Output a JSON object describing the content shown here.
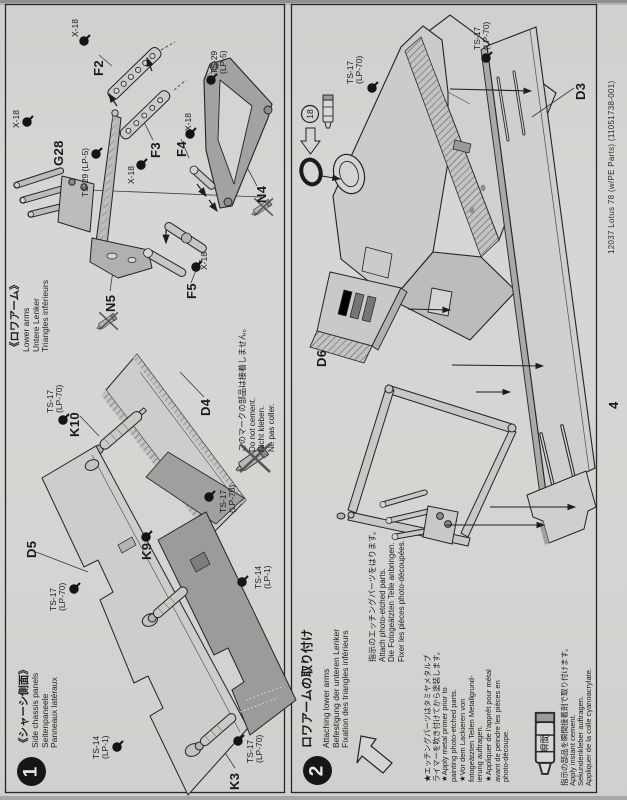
{
  "page": {
    "number": "4",
    "product_code": "12037 Lotus 78 (w/PE Parts) (11051738-001)"
  },
  "paints": {
    "x18": "X-18",
    "ts29_1": "TS-29",
    "ts29_2": "(LP-5)",
    "ts29_full": "TS-29 (LP-5)",
    "ts17_1": "TS-17",
    "ts17_2": "(LP-70)",
    "ts14_1": "TS-14",
    "ts14_2": "(LP-1)"
  },
  "lower_arms": {
    "title_jp": "《ロワアーム》",
    "title_en": "Lower arms",
    "title_de": "Untere Lenker",
    "title_fr": "Triangles inférieurs",
    "parts": {
      "f2": "F2",
      "f3": "F3",
      "f4": "F4",
      "f5": "F5",
      "g28": "G28",
      "n4": "N4",
      "n5": "N5",
      "k10": "K10",
      "d4": "D4"
    },
    "do_not_cement": {
      "jp": "このマークの部品は接着しません。",
      "en": "Do not cement.",
      "de": "Nicht kleben.",
      "fr": "Ne pas coller."
    }
  },
  "step1": {
    "number": "1",
    "title_jp": "《シャーシ側面》",
    "title_en": "Side chassis panels",
    "title_de": "Seitenpaneele",
    "title_fr": "Panneaux latéraux",
    "parts": {
      "d5": "D5",
      "k9": "K9",
      "k3": "K3"
    }
  },
  "step2": {
    "number": "2",
    "title_jp": "ロワアームの取り付け",
    "title_en": "Attaching lower arms",
    "title_de": "Befestigung der unteren Lenker",
    "title_fr": "Fixation des triangles inférieurs",
    "parts": {
      "d6": "D6",
      "d3": "D3"
    },
    "callout_18": "18",
    "photo_etch_note": {
      "jp": "指示のエッチングパーツをはります。",
      "en": "Attach photo-etched parts.",
      "de": "Die Fotogeätzten Teile anbringen.",
      "fr": "Fixer les pièces photo-découpées."
    },
    "primer_note": {
      "lines": [
        "★エッチングパーツはタミヤメタルプ",
        "ライマーを吹き付けてから塗装します。",
        "★Apply metal primer prior to",
        "painting photo-etched parts.",
        "★Vor dem Lackieren von",
        "fotogeätzten Teilen Metallgrund-",
        "ierung auftragen.",
        "★Appliquer de l'apprêt pour métal",
        "avant de peindre les pièces en",
        "photo-découpe."
      ]
    },
    "instant_cement_note": {
      "icon_label": "瞬間",
      "jp": "指示の部品を瞬間接着剤で取り付けます。",
      "en": "Apply instant cement.",
      "de": "Sekundenkleber auftragen.",
      "fr": "Appliquer de la colle cyanoacrylate."
    }
  }
}
